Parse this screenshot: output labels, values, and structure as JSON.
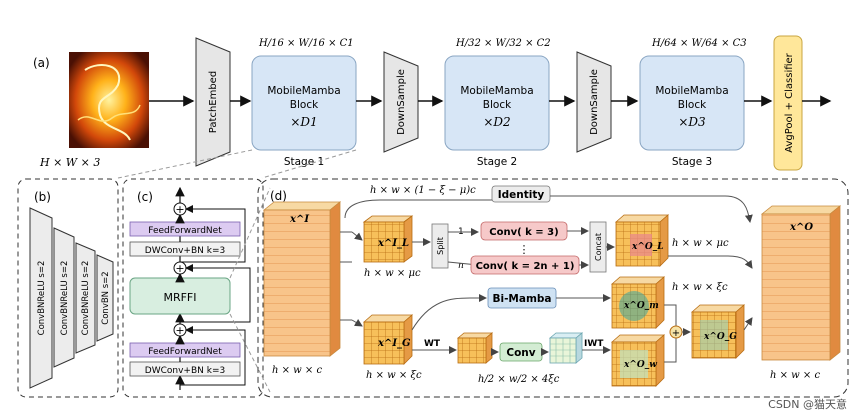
{
  "panel_a": {
    "label": "(a)",
    "input_dims": "H × W × 3",
    "patch_embed": "PatchEmbed",
    "stages": [
      {
        "dims": "H/16 × W/16 × C1",
        "block_line1": "MobileMamba",
        "block_line2": "Block",
        "block_line3": "×D1",
        "stage": "Stage 1"
      },
      {
        "dims": "H/32 × W/32 × C2",
        "block_line1": "MobileMamba",
        "block_line2": "Block",
        "block_line3": "×D2",
        "stage": "Stage 2"
      },
      {
        "dims": "H/64 × W/64 × C3",
        "block_line1": "MobileMamba",
        "block_line2": "Block",
        "block_line3": "×D3",
        "stage": "Stage 3"
      }
    ],
    "downsample": "DownSample",
    "classifier": "AvgPool + Classifier"
  },
  "panel_b": {
    "label": "(b)",
    "layers": [
      "ConvBNReLU s=2",
      "ConvBNReLU s=2",
      "ConvBNReLU s=2",
      "ConvBN s=2"
    ]
  },
  "panel_c": {
    "label": "(c)",
    "ffn_top": "FeedForwardNet",
    "dw_top": "DWConv+BN k=3",
    "mrffi": "MRFFI",
    "ffn_bottom": "FeedForwardNet",
    "dw_bottom": "DWConv+BN k=3",
    "plus": "+"
  },
  "panel_d": {
    "label": "(d)",
    "identity_dims": "h × w × (1 − ξ − μ)c",
    "identity": "Identity",
    "x_in": "x^I",
    "x_in_dims": "h × w × c",
    "x_l": "x^I_L",
    "x_l_dims": "h × w × μc",
    "split": "Split",
    "split_1": "1",
    "split_n": "n",
    "conv1": "Conv( k = 3)",
    "conv_dots": "⋮",
    "convn": "Conv( k = 2n + 1)",
    "concat": "Concat",
    "x_lo": "x^O_L",
    "x_lo_dims": "h × w × μc",
    "bimamba": "Bi-Mamba",
    "x_g": "x^I_G",
    "x_g_dims": "h × w × ξc",
    "wt": "WT",
    "conv_mid": "Conv",
    "iwt": "IWT",
    "wt_dims": "h/2 × w/2 × 4ξc",
    "x_m": "x^O_m",
    "x_w": "x^O_w",
    "x_go": "x^O_G",
    "x_go_dims": "h × w × ξc",
    "x_out": "x^O",
    "x_out_dims": "h × w × c"
  },
  "watermark": "CSDN @猫天意"
}
